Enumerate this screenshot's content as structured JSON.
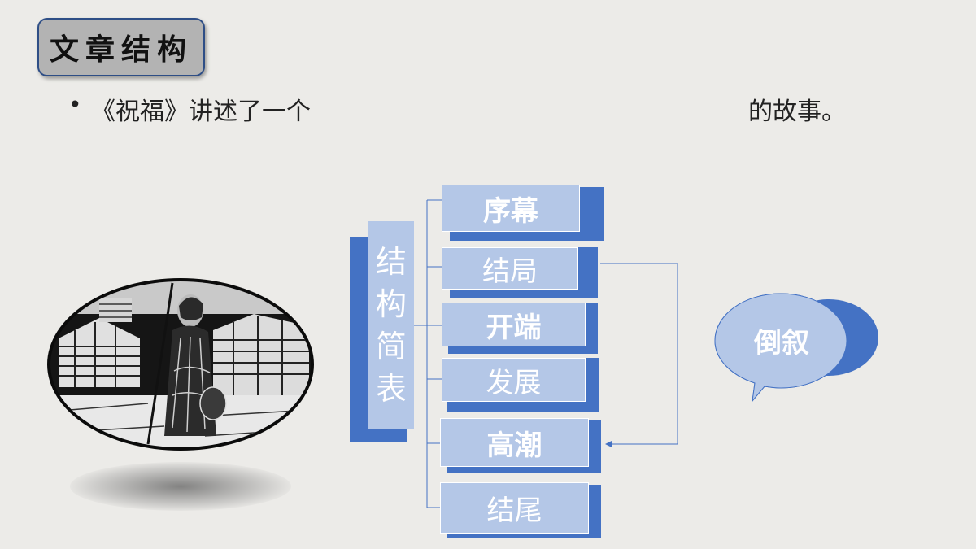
{
  "title": "文章结构",
  "bullet": {
    "prefix": "《祝福》讲述了一个",
    "suffix": "的故事。"
  },
  "diagram": {
    "root": [
      "结",
      "构",
      "简",
      "表"
    ],
    "nodes": [
      "序幕",
      "结局",
      "开端",
      "发展",
      "高潮",
      "结尾"
    ]
  },
  "callout": {
    "label": "倒叙"
  },
  "colors": {
    "background": "#ecebe8",
    "box_fill": "#b4c7e7",
    "box_shadow": "#4472c4",
    "title_fill": "#b3b3b3",
    "connector": "#4472c4"
  }
}
